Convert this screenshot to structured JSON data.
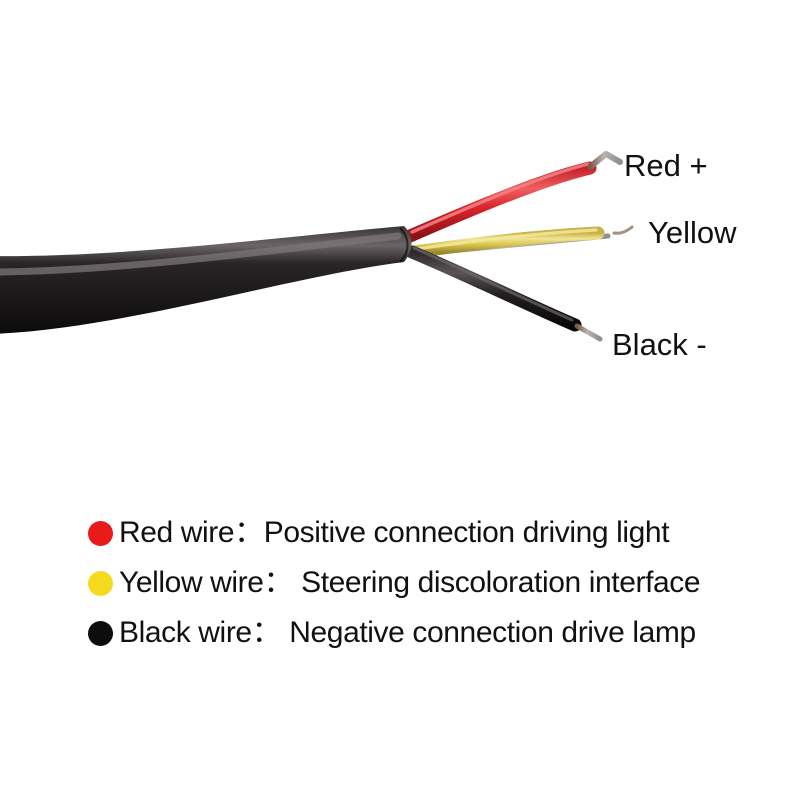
{
  "illustration": {
    "name": "three-conductor-cable-photo",
    "jacket": {
      "label": "black-outer-jacket",
      "color": "#1a1718",
      "highlight_color": "#55504f"
    },
    "conductors": [
      {
        "id": "red-conductor",
        "label": "Red +",
        "color": "#d8222a",
        "highlight_color": "#f06a6a",
        "tip": "bare-copper-strand",
        "tip_color": "#8a8a8a"
      },
      {
        "id": "yellow-conductor",
        "label": "Yellow",
        "color": "#d9c44a",
        "highlight_color": "#f0e08a",
        "tip": "bare-copper-strand",
        "tip_color": "#a08878"
      },
      {
        "id": "black-conductor",
        "label": "Black -",
        "color": "#1a1718",
        "highlight_color": "#4a4545",
        "tip": "bare-copper-strand",
        "tip_color": "#9a9a9a"
      }
    ]
  },
  "callouts": {
    "red": "Red +",
    "yellow": "Yellow",
    "black": "Black -"
  },
  "legend": {
    "rows": [
      {
        "dot_color": "#e81a1a",
        "dot_name": "red-wire-dot",
        "text": "Red wire：Positive connection driving light"
      },
      {
        "dot_color": "#f5d91e",
        "dot_name": "yellow-wire-dot",
        "text": "Yellow wire： Steering discoloration interface"
      },
      {
        "dot_color": "#0d0d0d",
        "dot_name": "black-wire-dot",
        "text": "Black wire： Negative connection drive lamp"
      }
    ]
  },
  "colors": {
    "background": "#ffffff",
    "text": "#111111"
  }
}
